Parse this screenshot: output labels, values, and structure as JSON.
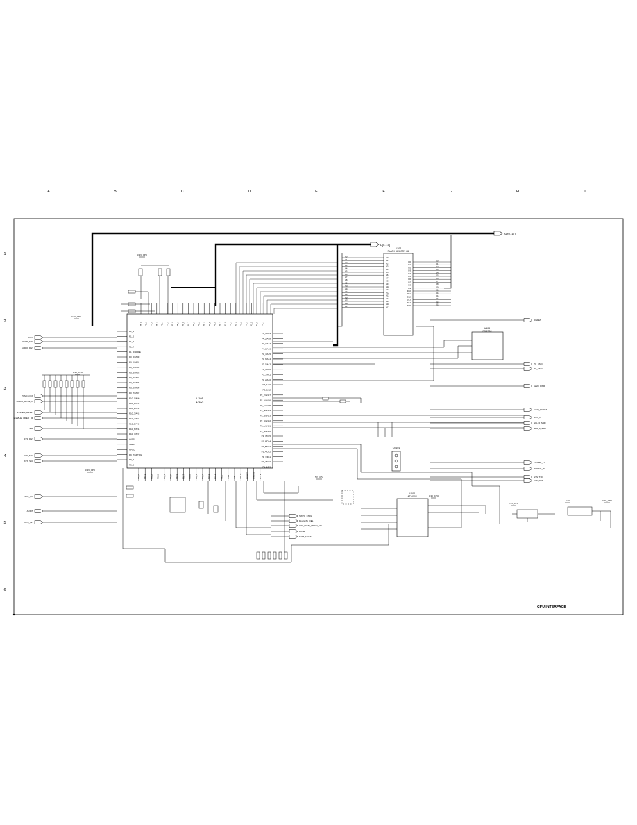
{
  "sheet": {
    "title": "CPU INTERFACE",
    "columns": [
      "A",
      "B",
      "C",
      "D",
      "E",
      "F",
      "G",
      "H",
      "I"
    ],
    "rows": [
      "1",
      "2",
      "3",
      "4",
      "5",
      "6"
    ]
  },
  "main_cpu": {
    "ref": "U101",
    "part": "M30C",
    "left_pins": [
      "P1_1",
      "P1_2",
      "P1_3",
      "P1_4",
      "P1_5/MODE",
      "P0_0/AN00",
      "P0_1/AN01",
      "P0_2/AN02",
      "P0_3/AN03",
      "P0_4/AN04",
      "P0_5/AN05",
      "P0_6/AN06",
      "P0_7/AN07",
      "P10_0/AN0",
      "P10_1/AN1",
      "P10_2/AN2",
      "P10_3/AN3",
      "P10_4/AN4",
      "P10_5/AN5",
      "P10_6/AN6",
      "P10_7/AN7",
      "AVSS",
      "VREF",
      "AVCC",
      "P9_7/ADTRG",
      "P9_6",
      "P9_5"
    ],
    "right_pins": [
      "P4_3/A19",
      "P4_2/A18",
      "P4_1/A17",
      "P4_0/A16",
      "P3_7/A15",
      "P3_6/A14",
      "P3_5/A13",
      "P3_4/A12",
      "P3_3/A11",
      "P3_2/A10",
      "P3_1/A9",
      "P3_0/A8",
      "P2_7/AN27",
      "P2_6/AN26",
      "P2_5/AN25",
      "P2_4/AN24",
      "P2_3/AN23",
      "P2_2/AN22",
      "P2_1/AN21",
      "P2_0/AN20",
      "P1_7/D15",
      "P1_6/D14",
      "P1_5/D13",
      "P1_4/D12",
      "P1_3/D11",
      "P1_2/D10",
      "P1_1/D9"
    ],
    "top_pins": [
      "P5_0",
      "P5_1",
      "P5_2",
      "P5_3",
      "P5_4",
      "P5_5",
      "P5_6",
      "P5_7",
      "P6_0",
      "P6_1",
      "P6_2",
      "P6_3",
      "P6_4",
      "P6_5",
      "P6_6",
      "P6_7",
      "P7_0",
      "P7_1",
      "P7_2",
      "P7_3",
      "P7_4",
      "P7_5",
      "P7_6",
      "P7_7"
    ],
    "bottom_pins": [
      "P8_0",
      "P8_1",
      "P8_2",
      "P8_3",
      "P8_4",
      "P8_5",
      "P8_6",
      "P8_7",
      "P9_0",
      "P9_1",
      "P9_2",
      "P9_3",
      "P9_4",
      "VCC",
      "VSS",
      "XIN",
      "XOUT",
      "RESET",
      "CNVSS",
      "BYTE"
    ]
  },
  "flash": {
    "ref": "U102",
    "part": "FLASH MEMORY 4M"
  },
  "small_ics": [
    {
      "ref": "U103",
      "part": "RS-232C"
    },
    {
      "ref": "U104",
      "part": "AT24C02"
    }
  ],
  "left_signals": [
    "BUSY",
    "SENS_TRY",
    "AUDIO_DET",
    "PCMCLOCK",
    "AUDIO_MUTE_IN",
    "SYSTEM_RESET",
    "ENABLE_VIDEO_BR",
    "SIRI",
    "SYS_DET",
    "SYS_SDA",
    "SYS_SCL",
    "SYS_INT",
    "AUDIN",
    "CPU_INT"
  ],
  "right_signals": [
    "DISPEN",
    "PC_CMD",
    "PC_CMD",
    "MAIN_PWR",
    "MAIN_RESET",
    "RMT_IN",
    "SCL_0_SMD",
    "SDA_0_SMD",
    "POWER_TX",
    "POWER_RX",
    "SYS_TXD",
    "SYS_RXD"
  ],
  "bottom_signals": [
    "SWPC_CTRL",
    "PLLDATA_DEL",
    "CTL_SEND_VIDEO_ON",
    "POWE",
    "DATA_MUTE"
  ],
  "address_bus": [
    "A0",
    "A1",
    "A2",
    "A3",
    "A4",
    "A5",
    "A6",
    "A7",
    "A8",
    "A9",
    "A10",
    "A11",
    "A12",
    "A13",
    "A14",
    "A15",
    "A16",
    "A17"
  ],
  "data_bus": [
    "D0",
    "D1",
    "D2",
    "D3",
    "D4",
    "D5",
    "D6",
    "D7",
    "D8",
    "D9",
    "D10",
    "D11",
    "D12",
    "D13",
    "D14",
    "D15"
  ],
  "power_labels": [
    "3.3V_CPU",
    "3.3V_CPU",
    "3.3V_CPU",
    "3.3V_CPU",
    "5V_CPU",
    "3.3V_CPU",
    "3.3V_CPU",
    "3.3V",
    "3.3V_CPU"
  ],
  "top_right_tags": [
    "AD[0..17]",
    "D[0..15]"
  ],
  "connector": {
    "ref": "CN101"
  }
}
